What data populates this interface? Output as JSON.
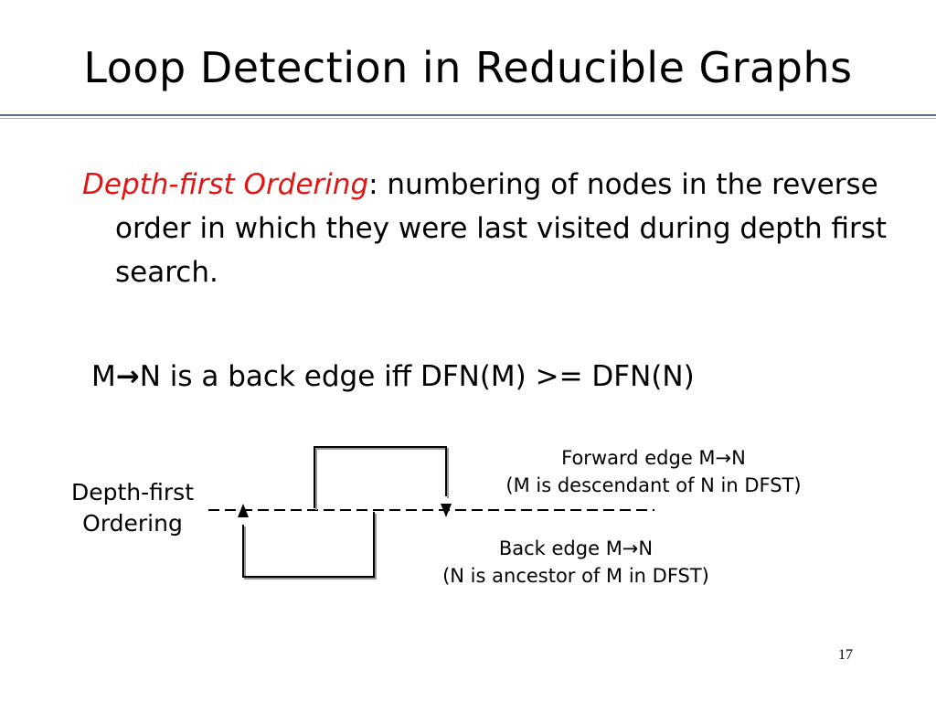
{
  "slide": {
    "title": "Loop Detection in Reducible Graphs",
    "page_number": "17"
  },
  "definition": {
    "term": "Depth-first Ordering",
    "rest": ": numbering of nodes in the reverse order in which they were last visited during depth first search."
  },
  "statement": {
    "prefix": "M",
    "arrow": "→",
    "suffix": "N is a back edge iff DFN(M) >= DFN(N)"
  },
  "diagram": {
    "axis_label_line1": "Depth-first",
    "axis_label_line2": "Ordering",
    "forward_edge": {
      "line1": "Forward edge M→N",
      "line2": "(M is descendant of N in DFST)"
    },
    "back_edge": {
      "line1": "Back edge M→N",
      "line2": "(N is ancestor of M in DFST)"
    }
  },
  "colors": {
    "term": "#e31414",
    "rule": "#5a6b9e",
    "edge_line": "#000000",
    "edge_shadow": "#9a9a9a"
  }
}
